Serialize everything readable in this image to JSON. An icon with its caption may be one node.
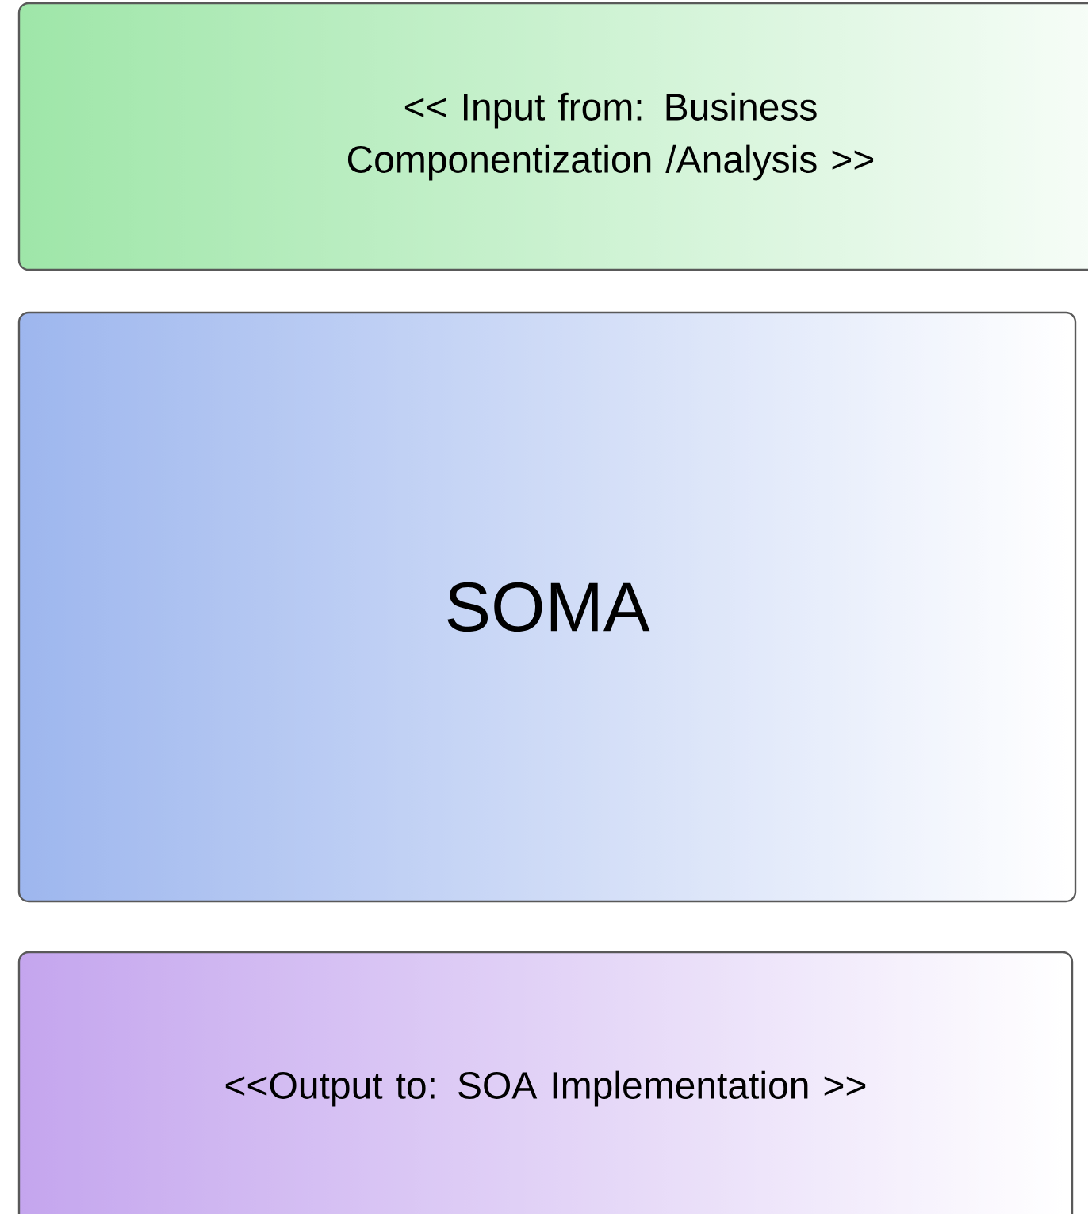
{
  "diagram": {
    "nodes": [
      {
        "text": [
          "<< Input from: Business Componentization /Analysis >>"
        ]
      },
      {
        "text": [
          "SOMA"
        ]
      },
      {
        "text": [
          "<<Output to: SOA Implementation >>"
        ]
      }
    ]
  }
}
